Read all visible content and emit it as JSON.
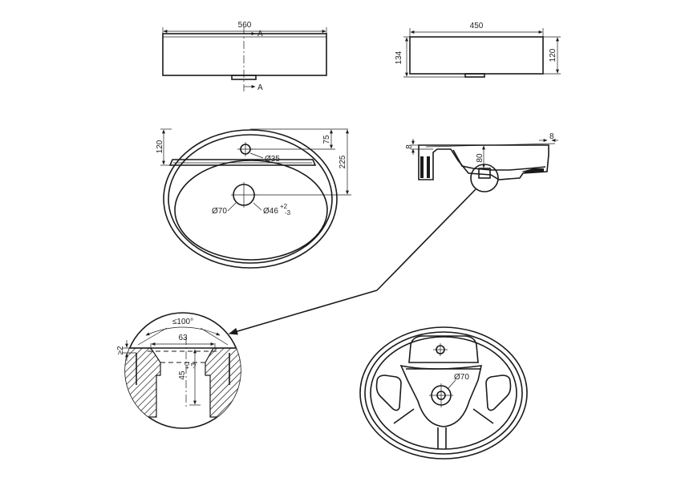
{
  "top_view": {
    "width_label": "560",
    "section_mark_top": "A",
    "section_mark_bottom": "A"
  },
  "side_view": {
    "width_label": "450",
    "left_height_label": "134",
    "right_height_label": "120"
  },
  "plan_view": {
    "left_dim_label": "120",
    "dim_75_label": "75",
    "dim_225_label": "225",
    "tap_hole_label": "Ø35",
    "drain_outer_label": "Ø70",
    "drain_inner_label": "Ø46",
    "drain_tolerance_label": "+2",
    "drain_tolerance_minus_label": "-3"
  },
  "section_view": {
    "rim_label": "8",
    "wall_label": "8",
    "drain_depth_label": "80"
  },
  "detail_view": {
    "angle_label": "≤100°",
    "width_label": "63",
    "lip_label": "≥2",
    "depth_label": "45",
    "depth_tolerance_label": "+0",
    "depth_tolerance_minus_label": "-3"
  },
  "bottom_view": {
    "drain_label": "Ø70"
  }
}
